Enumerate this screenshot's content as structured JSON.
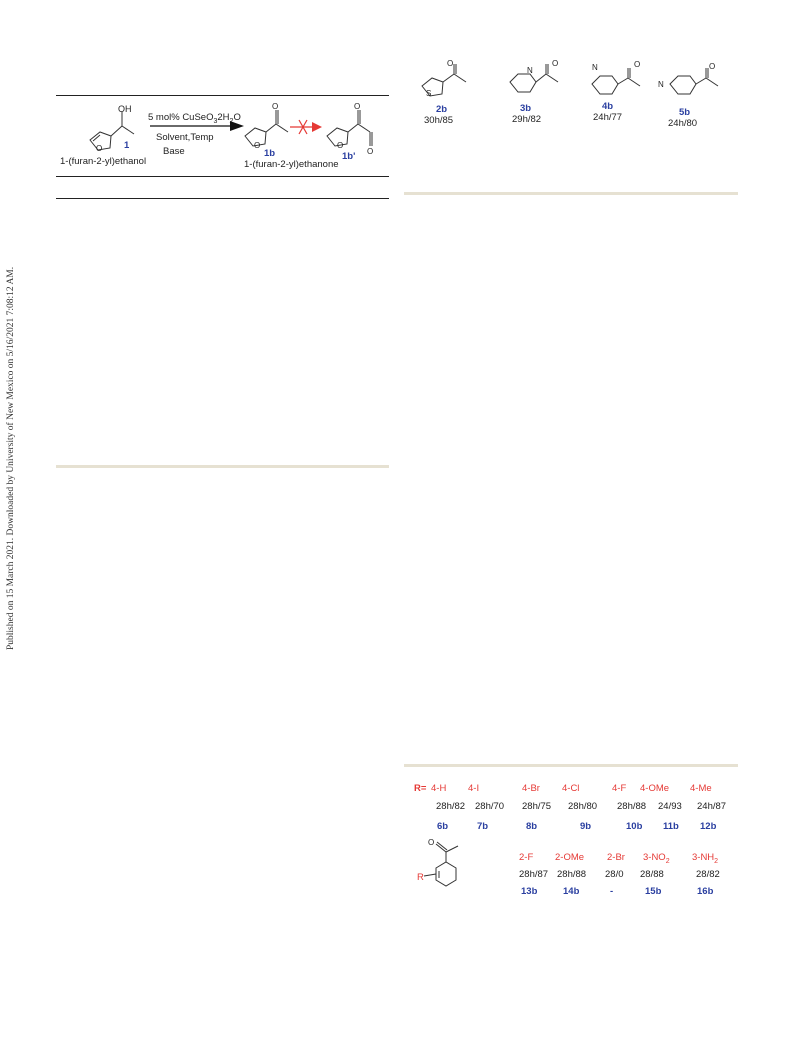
{
  "side_note": "Published on 15 March 2021. Downloaded by University of New Mexico on 5/16/2021 7:08:12 AM.",
  "scheme": {
    "reactant_label": "OH",
    "reactant_number": "1",
    "reactant_name": "1-(furan-2-yl)ethanol",
    "condition_catalyst": "5 mol% CuSeO",
    "condition_sub": "3",
    "condition_hydrate": "2H",
    "condition_sub2": "2",
    "condition_tail": "O",
    "condition_solvent": "Solvent,Temp",
    "condition_base": "Base",
    "product_number": "1b",
    "product_name": "1-(furan-2-yl)ethanone",
    "side_product_number": "1b'"
  },
  "heteroaryl_products": [
    {
      "id": "2b",
      "result": "30h/85"
    },
    {
      "id": "3b",
      "result": "29h/82"
    },
    {
      "id": "4b",
      "result": "24h/77"
    },
    {
      "id": "5b",
      "result": "24h/80"
    }
  ],
  "substituent_table": {
    "r_label": "R=",
    "row1": [
      {
        "sub": "4-H",
        "result": "28h/82",
        "id": "6b"
      },
      {
        "sub": "4-I",
        "result": "28h/70",
        "id": "7b"
      },
      {
        "sub": "4-Br",
        "result": "28h/75",
        "id": "8b"
      },
      {
        "sub": "4-Cl",
        "result": "28h/80",
        "id": "9b"
      },
      {
        "sub": "4-F",
        "result": "28h/88",
        "id": "10b"
      },
      {
        "sub": "4-OMe",
        "result": "24/93",
        "id": "11b"
      },
      {
        "sub": "4-Me",
        "result": "24h/87",
        "id": "12b"
      }
    ],
    "row2": [
      {
        "sub": "2-F",
        "result": "28h/87",
        "id": "13b"
      },
      {
        "sub": "2-OMe",
        "result": "28h/88",
        "id": "14b"
      },
      {
        "sub": "2-Br",
        "result": "28/0",
        "id": "-"
      },
      {
        "sub": "3-NO",
        "sub_index": "2",
        "result": "28/88",
        "id": "15b"
      },
      {
        "sub": "3-NH",
        "sub_index": "2",
        "result": "28/82",
        "id": "16b"
      }
    ],
    "ring_label": "R"
  }
}
